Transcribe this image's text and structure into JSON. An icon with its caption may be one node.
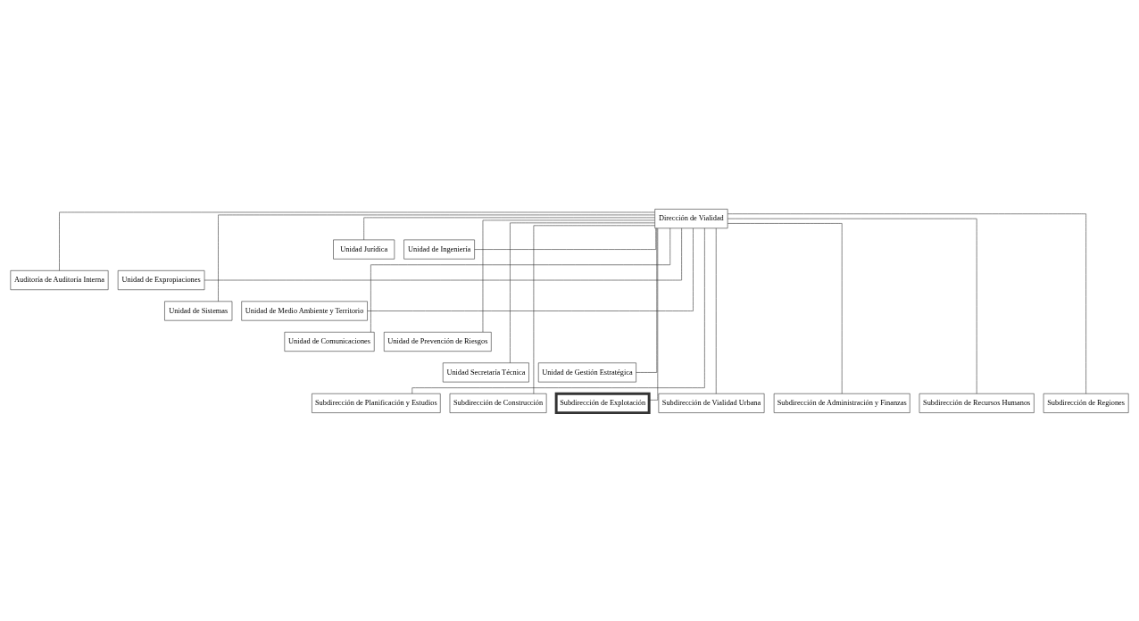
{
  "diagram": {
    "nodes": [
      {
        "text": [
          "Dirección de Vialidad"
        ]
      },
      {
        "text": [
          "Unidad Jurídica"
        ]
      },
      {
        "text": [
          "Unidad de Ingeniería"
        ]
      },
      {
        "text": [
          "Auditoría de Auditoría Interna"
        ]
      },
      {
        "text": [
          "Unidad de Expropiaciones"
        ]
      },
      {
        "text": [
          "Unidad de Sistemas"
        ]
      },
      {
        "text": [
          "Unidad de Medio Ambiente y Territorio"
        ]
      },
      {
        "text": [
          "Unidad de Comunicaciones"
        ]
      },
      {
        "text": [
          "Unidad de Prevención de Riesgos"
        ]
      },
      {
        "text": [
          "Unidad Secretaría Técnica"
        ]
      },
      {
        "text": [
          "Unidad de Gestión Estratégica"
        ]
      },
      {
        "text": [
          "Subdirección de Planificación y Estudios"
        ]
      },
      {
        "text": [
          "Subdirección de Construcción"
        ]
      },
      {
        "text": [
          "Subdirección de Explotación"
        ]
      },
      {
        "text": [
          "Subdirección de Vialidad Urbana"
        ]
      },
      {
        "text": [
          "Subdirección de Administración y Finanzas"
        ]
      },
      {
        "text": [
          "Subdirección de Recursos Humanos"
        ]
      },
      {
        "text": [
          "Subdirección de Regiones"
        ]
      }
    ],
    "edges": [
      {
        "from": 0,
        "to": 1,
        "arrow": "none"
      },
      {
        "from": 0,
        "to": 2,
        "arrow": "none"
      },
      {
        "from": 0,
        "to": 3,
        "arrow": "none"
      },
      {
        "from": 0,
        "to": 4,
        "arrow": "none"
      },
      {
        "from": 0,
        "to": 5,
        "arrow": "none"
      },
      {
        "from": 0,
        "to": 6,
        "arrow": "none"
      },
      {
        "from": 0,
        "to": 7,
        "arrow": "none"
      },
      {
        "from": 0,
        "to": 8,
        "arrow": "none"
      },
      {
        "from": 0,
        "to": 9,
        "arrow": "none"
      },
      {
        "from": 0,
        "to": 10,
        "arrow": "none"
      },
      {
        "from": 0,
        "to": 11,
        "arrow": "none"
      },
      {
        "from": 0,
        "to": 12,
        "arrow": "none"
      },
      {
        "from": 0,
        "to": 13,
        "arrow": "none"
      },
      {
        "from": 0,
        "to": 14,
        "arrow": "none"
      },
      {
        "from": 0,
        "to": 15,
        "arrow": "none"
      },
      {
        "from": 0,
        "to": 16,
        "arrow": "none"
      },
      {
        "from": 0,
        "to": 17,
        "arrow": "none"
      }
    ]
  }
}
